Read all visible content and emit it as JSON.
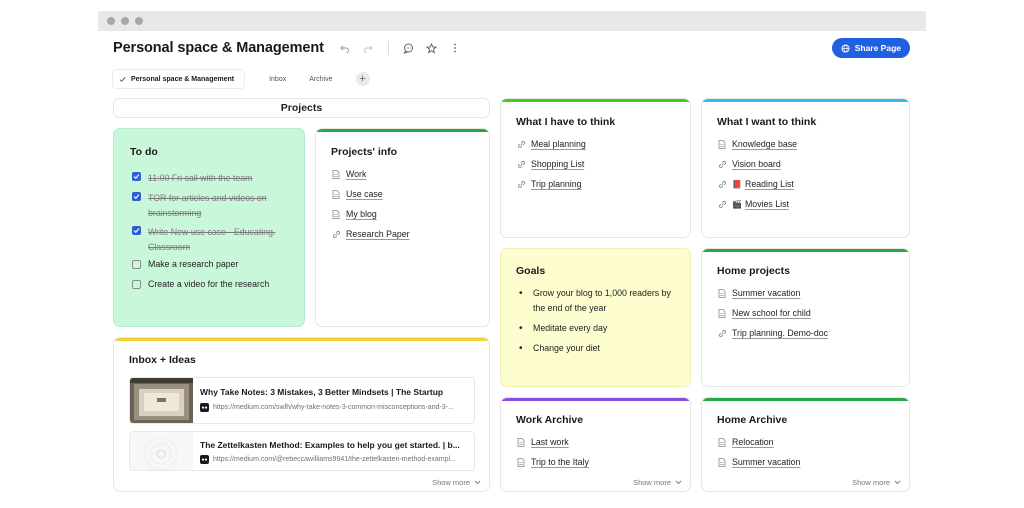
{
  "page": {
    "title": "Personal space & Management",
    "share_label": "Share Page"
  },
  "tabs": [
    {
      "label": "Personal space & Management",
      "active": true
    },
    {
      "label": "Inbox"
    },
    {
      "label": "Archive"
    }
  ],
  "projects_header": "Projects",
  "todo": {
    "title": "To do",
    "items": [
      {
        "text": "11:00 Fri call with the team",
        "done": true
      },
      {
        "text": "TOR for articles and videos on brainstorming",
        "done": true
      },
      {
        "text": "Write New use case - Educating. Classroom",
        "done": true
      },
      {
        "text": "Make a research paper",
        "done": false
      },
      {
        "text": "Create a video for the research",
        "done": false
      }
    ]
  },
  "projects_info": {
    "title": "Projects' info",
    "items": [
      {
        "label": "Work",
        "icon": "doc-icon"
      },
      {
        "label": "Use case",
        "icon": "doc-icon"
      },
      {
        "label": "My blog",
        "icon": "doc-icon"
      },
      {
        "label": "Research Paper",
        "icon": "link-icon"
      }
    ]
  },
  "think_have": {
    "title": "What I have to think",
    "items": [
      {
        "label": "Meal planning",
        "icon": "link-icon"
      },
      {
        "label": "Shopping List",
        "icon": "link-icon"
      },
      {
        "label": "Trip planning",
        "icon": "link-icon"
      }
    ]
  },
  "think_want": {
    "title": "What I want to think",
    "items": [
      {
        "label": "Knowledge base",
        "icon": "doc-icon"
      },
      {
        "label": "Vision board",
        "icon": "link-icon"
      },
      {
        "label": "Reading List",
        "icon": "link-icon",
        "emoji": "📕"
      },
      {
        "label": "Movies List",
        "icon": "link-icon",
        "emoji": "🎬"
      }
    ]
  },
  "goals": {
    "title": "Goals",
    "items": [
      "Grow your blog to 1,000 readers by the end of the year",
      "Meditate every day",
      "Change your diet"
    ]
  },
  "home_projects": {
    "title": "Home projects",
    "items": [
      {
        "label": "Summer vacation",
        "icon": "doc-icon"
      },
      {
        "label": "New school for child",
        "icon": "doc-icon"
      },
      {
        "label": "Trip planning. Demo-doc",
        "icon": "link-icon"
      }
    ]
  },
  "inbox": {
    "title": "Inbox + Ideas",
    "items": [
      {
        "title": "Why Take Notes: 3 Mistakes, 3 Better Mindsets | The Startup",
        "url": "https://medium.com/swlh/why-take-notes-3-common-misconceptions-and-3-..."
      },
      {
        "title": "The Zettelkasten Method: Examples to help you get started. | b...",
        "url": "https://medium.com/@rebeccawilliams9941/the-zettelkasten-method-exampl..."
      }
    ],
    "show_more": "Show more"
  },
  "work_archive": {
    "title": "Work Archive",
    "items": [
      {
        "label": "Last work",
        "icon": "doc-icon"
      },
      {
        "label": "Trip to the Italy",
        "icon": "doc-icon"
      }
    ],
    "show_more": "Show more"
  },
  "home_archive": {
    "title": "Home Archive",
    "items": [
      {
        "label": "Relocation",
        "icon": "doc-icon"
      },
      {
        "label": "Summer vacation",
        "icon": "doc-icon"
      }
    ],
    "show_more": "Show more"
  },
  "colors": {
    "accent": "#1f5fe0",
    "todo_bg": "#c9f7d9",
    "goals_bg": "#fdfdd0",
    "bar_green": "#27a844",
    "bar_lime": "#3fcc1f",
    "bar_blue": "#35b7f0",
    "bar_yellow": "#f5cf3a",
    "bar_purple": "#8a4de0"
  }
}
